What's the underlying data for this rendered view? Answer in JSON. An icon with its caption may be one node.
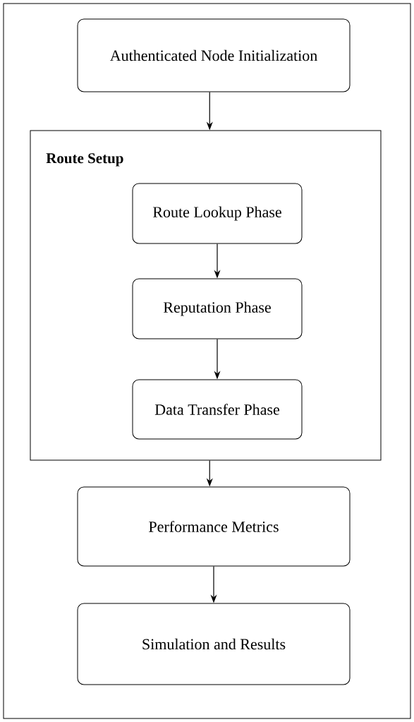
{
  "diagram": {
    "nodes": [
      {
        "text": [
          "Authenticated Node Initialization"
        ]
      },
      {
        "text": [
          "Route Setup"
        ]
      },
      {
        "text": [
          "Route Lookup Phase"
        ],
        "in": 1
      },
      {
        "text": [
          "Reputation Phase"
        ],
        "in": 1
      },
      {
        "text": [
          "Data Transfer Phase"
        ],
        "in": 1
      },
      {
        "text": [
          "Performance Metrics"
        ]
      },
      {
        "text": [
          "Simulation and Results"
        ]
      }
    ],
    "edges": [
      {
        "from": 0,
        "to": 1,
        "arrow": "to"
      },
      {
        "from": 2,
        "to": 3,
        "arrow": "to"
      },
      {
        "from": 3,
        "to": 4,
        "arrow": "to"
      },
      {
        "from": 1,
        "to": 5,
        "arrow": "to"
      },
      {
        "from": 5,
        "to": 6,
        "arrow": "to"
      }
    ]
  }
}
